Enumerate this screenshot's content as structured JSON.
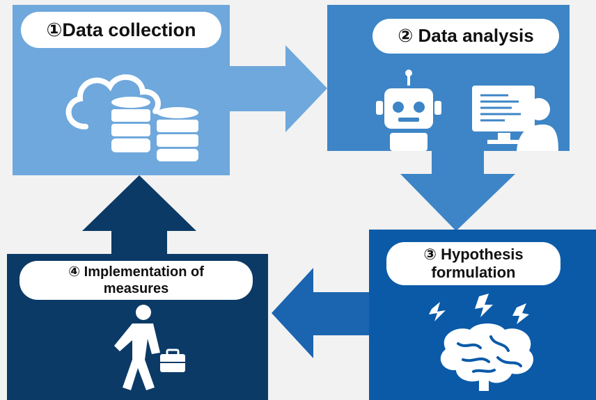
{
  "colors": {
    "background": "#f2f2f2",
    "step1": "#6fa8dc",
    "step2": "#3d85c6",
    "step3": "#0b5aa8",
    "step4": "#0b3a66",
    "arrow1": "#6fa8dc",
    "arrow2": "#3d85c6",
    "arrow3": "#1b64b0",
    "arrow4": "#0b3a66",
    "pill": "#ffffff"
  },
  "steps": [
    {
      "label": "①Data collection",
      "icon": "cloud-database-icon"
    },
    {
      "label": "② Data analysis",
      "icon": "robot-and-analyst-icon"
    },
    {
      "label_line1": "③ Hypothesis",
      "label_line2": "formulation",
      "icon": "brain-lightning-icon"
    },
    {
      "label_line1": "④ Implementation of",
      "label_line2": "measures",
      "icon": "businessman-briefcase-icon"
    }
  ]
}
